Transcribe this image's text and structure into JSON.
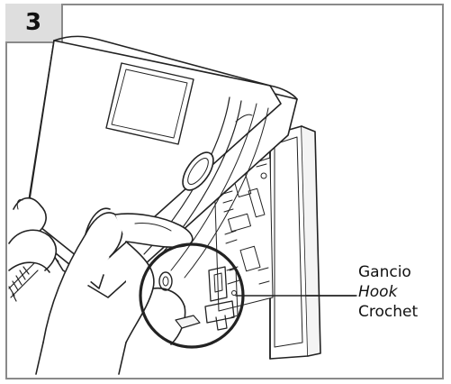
{
  "step": {
    "number": "3"
  },
  "callout": {
    "italian": "Gancio",
    "english": "Hook",
    "french": "Crochet"
  },
  "colors": {
    "frame": "#8a8a8a",
    "badge_bg": "#dedede",
    "line": "#222222"
  }
}
